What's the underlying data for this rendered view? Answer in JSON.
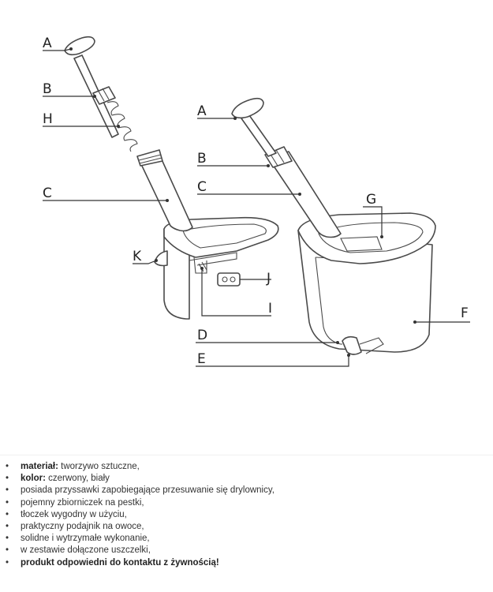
{
  "diagram": {
    "left_labels": [
      "A",
      "B",
      "H",
      "C",
      "K"
    ],
    "right_labels": [
      "A",
      "B",
      "C",
      "G",
      "F"
    ],
    "center_labels": [
      "J",
      "I",
      "D",
      "E"
    ]
  },
  "features": [
    {
      "bold": "materiał:",
      "text": " tworzywo sztuczne,"
    },
    {
      "bold": "kolor:",
      "text": " czerwony, biały"
    },
    {
      "bold": "",
      "text": "posiada przyssawki zapobiegające przesuwanie się drylownicy,"
    },
    {
      "bold": "",
      "text": "pojemny zbiorniczek na pestki,"
    },
    {
      "bold": "",
      "text": "tłoczek wygodny w użyciu,"
    },
    {
      "bold": "",
      "text": "praktyczny podajnik na owoce,"
    },
    {
      "bold": "",
      "text": "solidne i wytrzymałe wykonanie,"
    },
    {
      "bold": "",
      "text": "w zestawie dołączone uszczelki,"
    },
    {
      "bold": "produkt odpowiedni do kontaktu z żywnością!",
      "text": ""
    }
  ]
}
